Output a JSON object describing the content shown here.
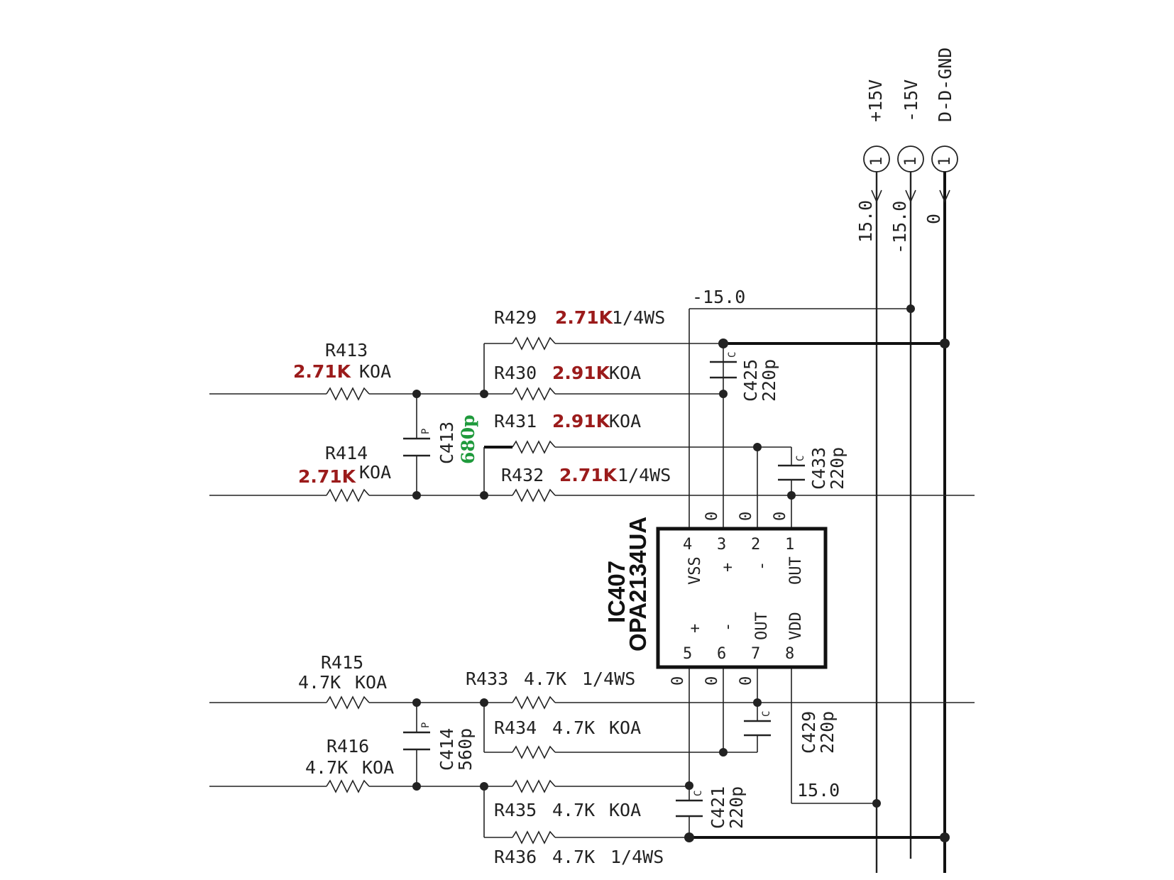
{
  "power": {
    "p15": {
      "name": "+15V",
      "pin": "1",
      "value": "15.0"
    },
    "m15": {
      "name": "-15V",
      "pin": "1",
      "value": "-15.0"
    },
    "gnd": {
      "name": "D-D-GND",
      "pin": "1",
      "value": "0"
    }
  },
  "net_labels": {
    "top_neg": "-15.0",
    "bottom_pos": "15.0"
  },
  "resistors": {
    "R413": {
      "ref": "R413",
      "value": "2.71K",
      "spec": "KOA"
    },
    "R414": {
      "ref": "R414",
      "value": "2.71K",
      "spec": "KOA"
    },
    "R415": {
      "ref": "R415",
      "value": "4.7K",
      "spec": "KOA"
    },
    "R416": {
      "ref": "R416",
      "value": "4.7K",
      "spec": "KOA"
    },
    "R429": {
      "ref": "R429",
      "value": "2.71K",
      "spec": "1/4WS"
    },
    "R430": {
      "ref": "R430",
      "value": "2.91K",
      "spec": "KOA"
    },
    "R431": {
      "ref": "R431",
      "value": "2.91K",
      "spec": "KOA"
    },
    "R432": {
      "ref": "R432",
      "value": "2.71K",
      "spec": "1/4WS"
    },
    "R433": {
      "ref": "R433",
      "value": "4.7K",
      "spec": "1/4WS"
    },
    "R434": {
      "ref": "R434",
      "value": "4.7K",
      "spec": "KOA"
    },
    "R435": {
      "ref": "R435",
      "value": "4.7K",
      "spec": "KOA"
    },
    "R436": {
      "ref": "R436",
      "value": "4.7K",
      "spec": "1/4WS"
    }
  },
  "capacitors": {
    "C413": {
      "ref": "C413",
      "value": "680p",
      "type": "P"
    },
    "C414": {
      "ref": "C414",
      "value": "560p",
      "type": "P"
    },
    "C421": {
      "ref": "C421",
      "value": "220p",
      "type": "C"
    },
    "C425": {
      "ref": "C425",
      "value": "220p",
      "type": "C"
    },
    "C429": {
      "ref": "C429",
      "value": "220p",
      "type": "C"
    },
    "C433": {
      "ref": "C433",
      "value": "220p",
      "type": "C"
    }
  },
  "ic": {
    "ref": "IC407",
    "part": "OPA2134UA",
    "pins_top": [
      {
        "num": "4",
        "name": "VSS"
      },
      {
        "num": "3",
        "name": "+"
      },
      {
        "num": "2",
        "name": "-"
      },
      {
        "num": "1",
        "name": "OUT"
      }
    ],
    "pins_bottom": [
      {
        "num": "5",
        "name": "+"
      },
      {
        "num": "6",
        "name": "-"
      },
      {
        "num": "7",
        "name": "OUT"
      },
      {
        "num": "8",
        "name": "VDD"
      }
    ],
    "pin_voltage": "0"
  },
  "colors": {
    "changed_value": "#9b1b1b",
    "changed_cap": "#1f9a3c",
    "line": "#222222"
  }
}
